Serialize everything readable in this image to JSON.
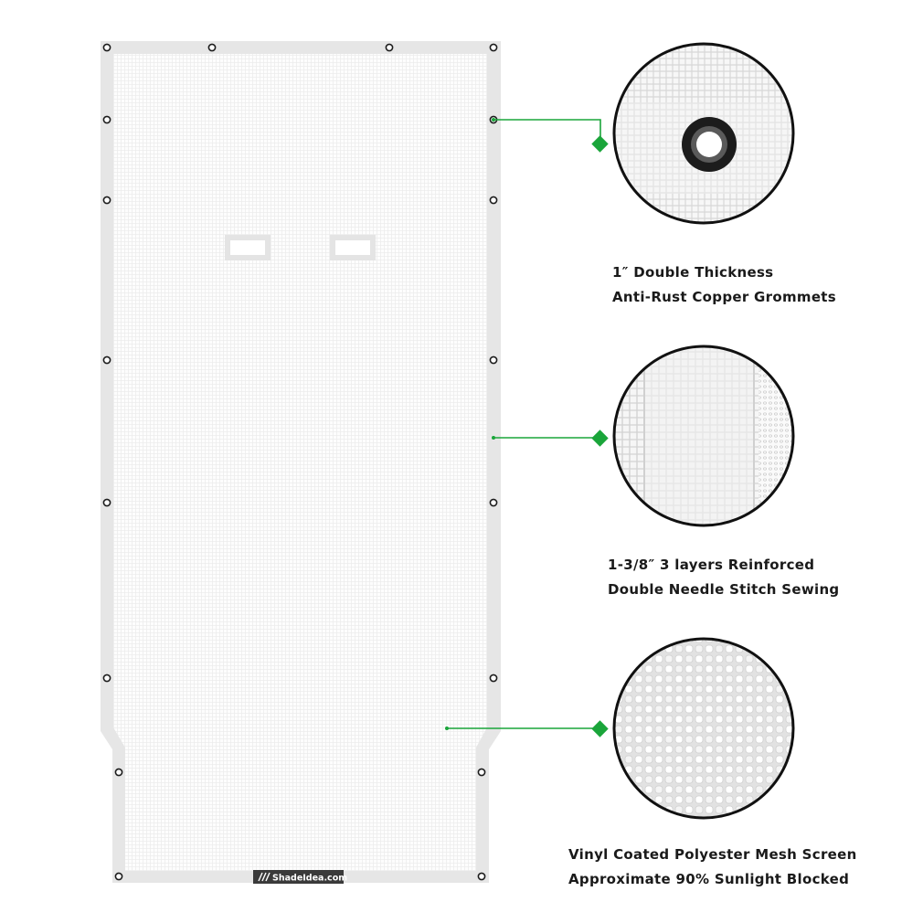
{
  "brand": {
    "logo_text": "ShadeIdea.com"
  },
  "callouts": [
    {
      "id": "grommets",
      "line1": "1″ Double Thickness",
      "line2": "Anti-Rust Copper Grommets"
    },
    {
      "id": "stitching",
      "line1": "1-3/8″ 3 layers Reinforced",
      "line2": "Double Needle Stitch Sewing"
    },
    {
      "id": "mesh",
      "line1": "Vinyl Coated Polyester Mesh Screen",
      "line2": "Approximate 90% Sunlight Blocked"
    }
  ],
  "colors": {
    "accent_green": "#1aa53a",
    "border_gray": "#e4e4e4",
    "mesh_white": "#fbfbfb",
    "grommet_dark": "#1c1c1c",
    "logo_bg": "#3a3a3a"
  }
}
